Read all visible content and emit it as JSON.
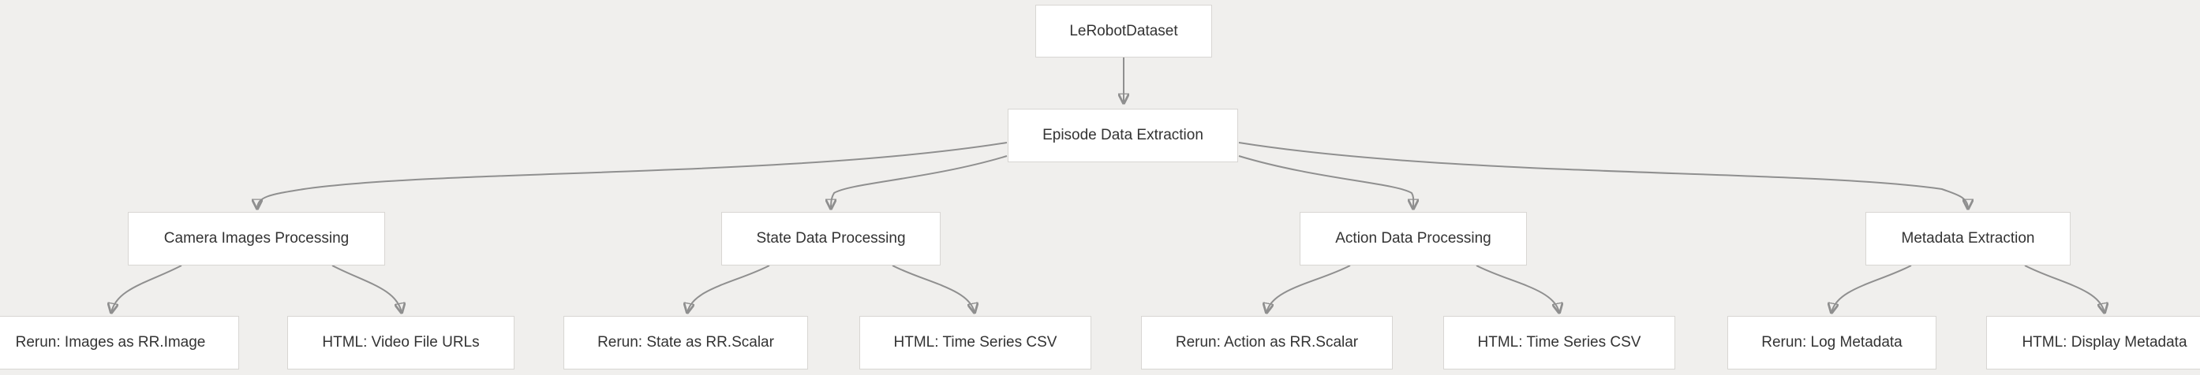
{
  "diagram": {
    "type": "flowchart-top-down",
    "nodes": [
      {
        "id": "root",
        "label": "LeRobotDataset"
      },
      {
        "id": "episode",
        "label": "Episode Data Extraction"
      },
      {
        "id": "camera",
        "label": "Camera Images Processing"
      },
      {
        "id": "state",
        "label": "State Data Processing"
      },
      {
        "id": "action",
        "label": "Action Data Processing"
      },
      {
        "id": "metadata",
        "label": "Metadata Extraction"
      },
      {
        "id": "camera_rerun",
        "label": "Rerun: Images as RR.Image"
      },
      {
        "id": "camera_html",
        "label": "HTML: Video File URLs"
      },
      {
        "id": "state_rerun",
        "label": "Rerun: State as RR.Scalar"
      },
      {
        "id": "state_html",
        "label": "HTML: Time Series CSV"
      },
      {
        "id": "action_rerun",
        "label": "Rerun: Action as RR.Scalar"
      },
      {
        "id": "action_html",
        "label": "HTML: Time Series CSV"
      },
      {
        "id": "metadata_rerun",
        "label": "Rerun: Log Metadata"
      },
      {
        "id": "metadata_html",
        "label": "HTML: Display Metadata"
      }
    ],
    "edges": [
      {
        "from": "root",
        "to": "episode"
      },
      {
        "from": "episode",
        "to": "camera"
      },
      {
        "from": "episode",
        "to": "state"
      },
      {
        "from": "episode",
        "to": "action"
      },
      {
        "from": "episode",
        "to": "metadata"
      },
      {
        "from": "camera",
        "to": "camera_rerun"
      },
      {
        "from": "camera",
        "to": "camera_html"
      },
      {
        "from": "state",
        "to": "state_rerun"
      },
      {
        "from": "state",
        "to": "state_html"
      },
      {
        "from": "action",
        "to": "action_rerun"
      },
      {
        "from": "action",
        "to": "action_html"
      },
      {
        "from": "metadata",
        "to": "metadata_rerun"
      },
      {
        "from": "metadata",
        "to": "metadata_html"
      }
    ],
    "colors": {
      "background": "#f0efed",
      "node_fill": "#ffffff",
      "node_border": "#d8d6d3",
      "node_text": "#333333",
      "edge": "#8f8f8f"
    }
  }
}
